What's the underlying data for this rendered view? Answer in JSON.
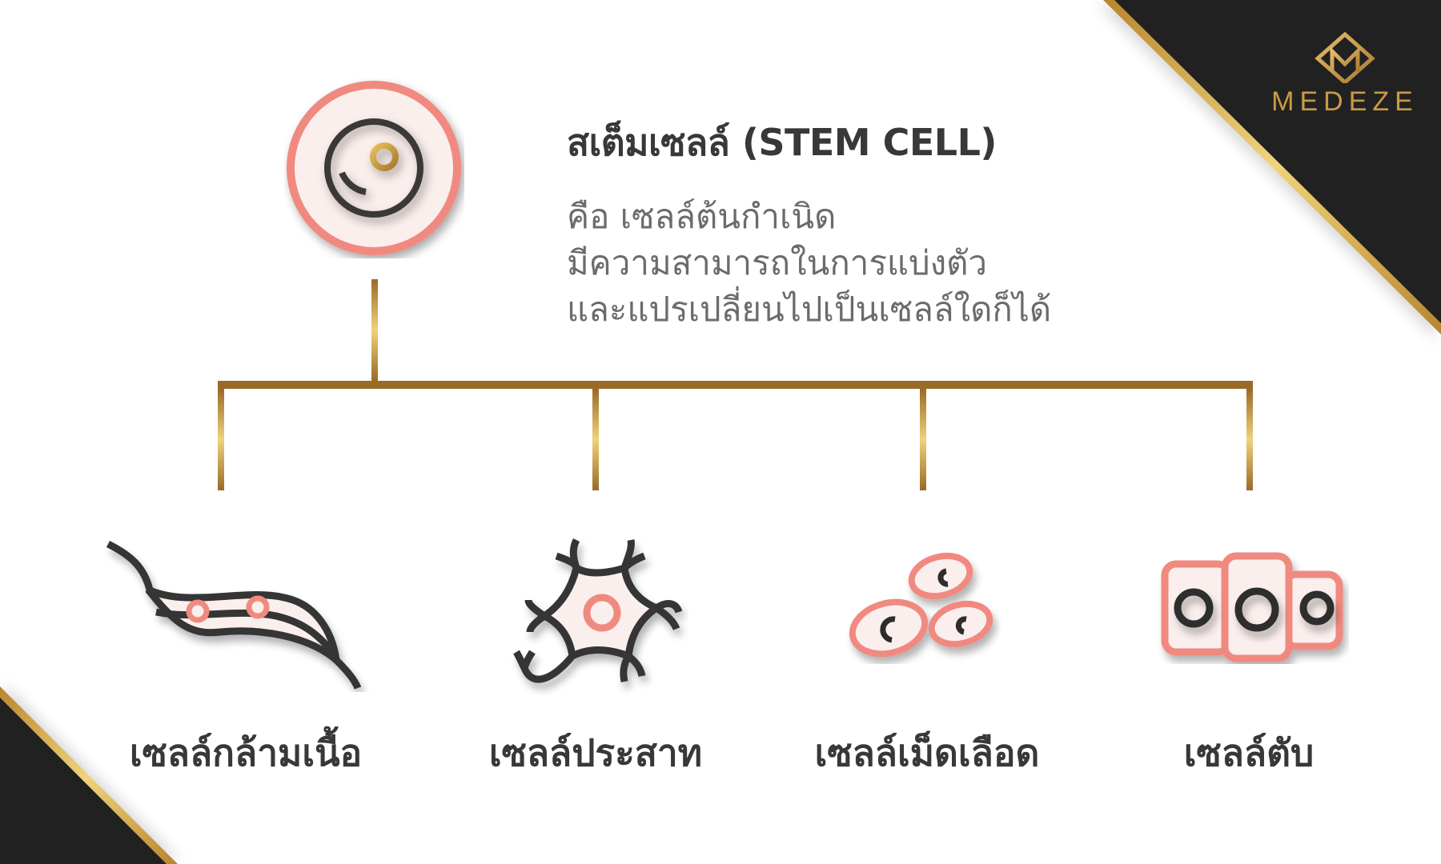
{
  "brand": {
    "name": "MEDEZE",
    "logo_icon": "diamond-m-monogram-icon",
    "colors": {
      "gold": "#c89b45",
      "gold_dark": "#9a6a28",
      "gold_light": "#efd27a",
      "dark": "#1f1e1e",
      "coral": "#f08a80",
      "cell_fill": "#fbefed",
      "text_dark": "#383838",
      "text_gray": "#6b6b6b"
    }
  },
  "root": {
    "title": "สเต็มเซลล์ (STEM CELL)",
    "icon": "stem-cell-icon",
    "description": [
      "คือ เซลล์ต้นกำเนิด",
      "มีความสามารถในการแบ่งตัว",
      "และแปรเปลี่ยนไปเป็นเซลล์ใดก็ได้"
    ]
  },
  "children": [
    {
      "label": "เซลล์กล้ามเนื้อ",
      "icon": "muscle-cell-icon"
    },
    {
      "label": "เซลล์ประสาท",
      "icon": "nerve-cell-icon"
    },
    {
      "label": "เซลล์เม็ดเลือด",
      "icon": "blood-cell-icon"
    },
    {
      "label": "เซลล์ตับ",
      "icon": "liver-cell-icon"
    }
  ]
}
